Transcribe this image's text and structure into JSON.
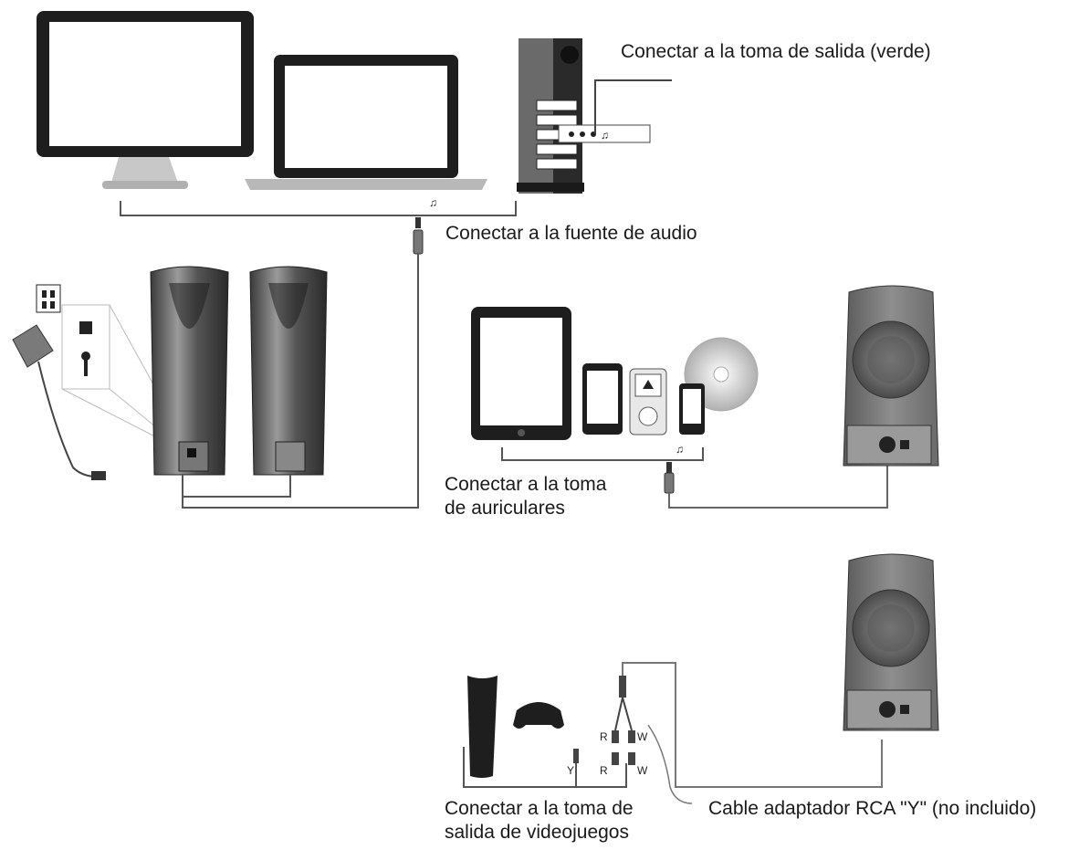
{
  "labels": {
    "output_jack_green": "Conectar a la toma de salida (verde)",
    "audio_source": "Conectar a la fuente de audio",
    "headphone_jack_line1": "Conectar a la toma",
    "headphone_jack_line2": "de auriculares",
    "game_output_line1": "Conectar a la toma de",
    "game_output_line2": "salida de videojuegos",
    "rca_y_cable": "Cable adaptador RCA \"Y\" (no incluido)"
  },
  "rca_plugs": {
    "red": "R",
    "white": "W",
    "yellow": "Y"
  },
  "icons": {
    "headphone": "headphone-icon"
  }
}
